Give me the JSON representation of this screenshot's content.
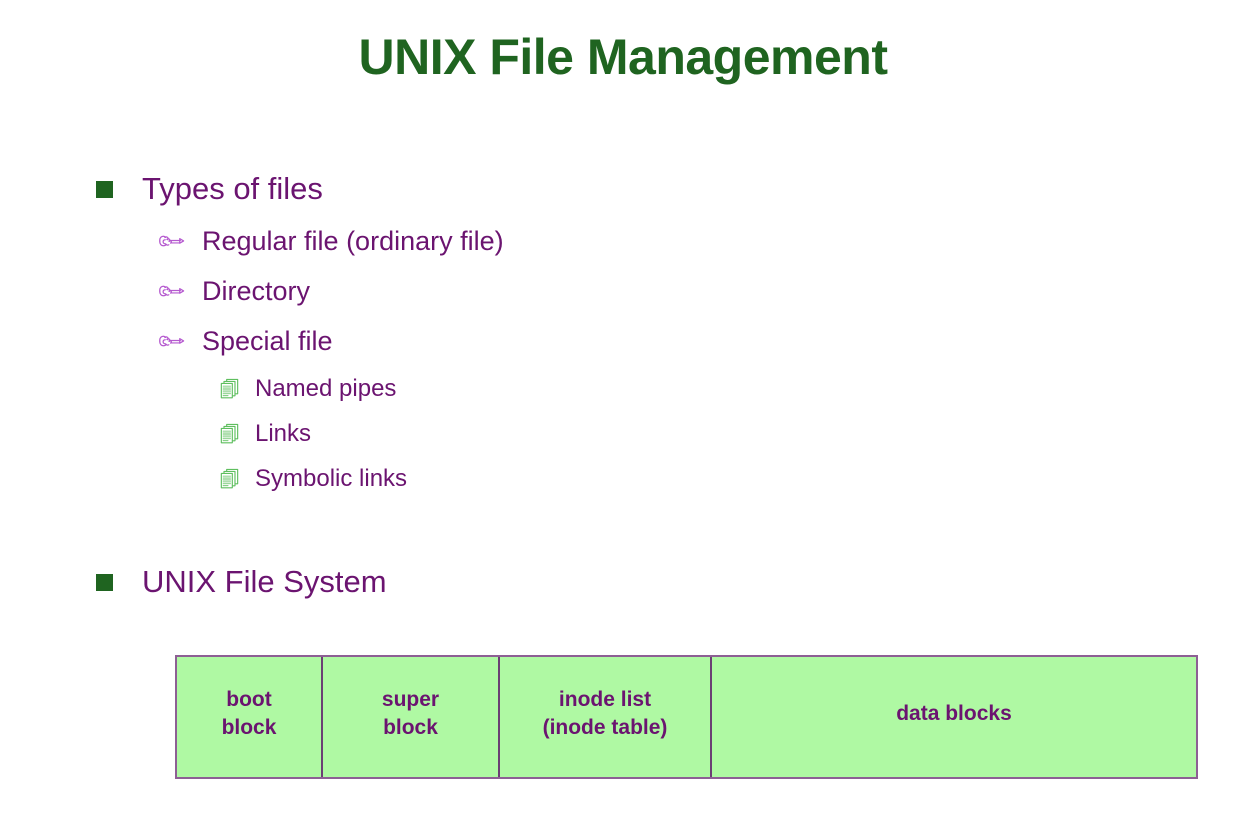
{
  "slide": {
    "title": "UNIX File Management",
    "title_color": "#1f6420",
    "text_color": "#6b1470",
    "background": "#ffffff"
  },
  "outline": {
    "groups": [
      {
        "heading": {
          "label": "Types of files",
          "bullet_icon": "square-bullet-icon",
          "level": 1
        },
        "children": [
          {
            "label": "Regular file (ordinary file)",
            "bullet_icon": "pointing-hand-icon",
            "level": 2,
            "children": []
          },
          {
            "label": "Directory",
            "bullet_icon": "pointing-hand-icon",
            "level": 2,
            "children": []
          },
          {
            "label": "Special file",
            "bullet_icon": "pointing-hand-icon",
            "level": 2,
            "children": [
              {
                "label": "Named pipes",
                "bullet_icon": "stacked-pages-icon",
                "level": 3
              },
              {
                "label": "Links",
                "bullet_icon": "stacked-pages-icon",
                "level": 3
              },
              {
                "label": "Symbolic links",
                "bullet_icon": "stacked-pages-icon",
                "level": 3
              }
            ]
          }
        ]
      },
      {
        "heading": {
          "label": "UNIX File System",
          "bullet_icon": "square-bullet-icon",
          "level": 1
        },
        "children": []
      }
    ]
  },
  "filesystem_diagram": {
    "name": "unix-file-system-layout",
    "fill_color": "#aff9a3",
    "border_color": "#8d5f94",
    "text_color": "#6b1470",
    "cells": [
      {
        "lines": [
          "boot",
          "block"
        ]
      },
      {
        "lines": [
          "super",
          "block"
        ]
      },
      {
        "lines": [
          "inode list",
          "(inode table)"
        ]
      },
      {
        "lines": [
          "data blocks"
        ]
      }
    ]
  }
}
